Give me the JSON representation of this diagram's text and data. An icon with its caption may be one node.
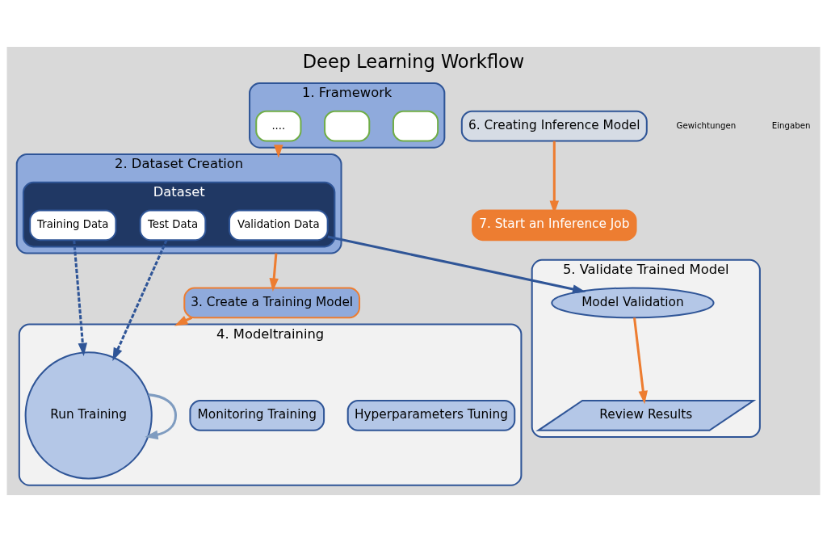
{
  "diagram": {
    "title": "Deep Learning Workflow",
    "nodes": [
      {
        "text": [
          "1. Framework"
        ]
      },
      {
        "text": [],
        "shape": "box",
        "in": 0
      },
      {
        "text": [],
        "shape": "box",
        "in": 0
      },
      {
        "text": [
          "...."
        ],
        "in": 0
      },
      {
        "text": [
          "2. Dataset Creation"
        ]
      },
      {
        "text": [
          "Dataset"
        ],
        "in": 4
      },
      {
        "text": [
          "Training Data"
        ],
        "in": 5
      },
      {
        "text": [
          "Test Data"
        ],
        "in": 5
      },
      {
        "text": [
          "Validation Data"
        ],
        "in": 5
      },
      {
        "text": [
          "3. Create a Training Model"
        ]
      },
      {
        "text": [
          "4. Modeltraining"
        ]
      },
      {
        "text": [
          "Hyperparameters Tuning"
        ],
        "in": 10
      },
      {
        "text": [
          "Monitoring Training"
        ],
        "in": 10
      },
      {
        "text": [
          "Run Training"
        ],
        "in": 10
      },
      {
        "text": [
          "5. Validate Trained Model"
        ]
      },
      {
        "text": [
          "Model Validation"
        ],
        "in": 14
      },
      {
        "text": [
          "Review Results"
        ],
        "in": 14
      },
      {
        "text": [
          "6. Creating Inference Model"
        ]
      },
      {
        "text": [
          "7. Start an Inference Job"
        ]
      }
    ],
    "edges": [
      {
        "from": 0,
        "to": 4,
        "arrow": "to"
      },
      {
        "from": 4,
        "to": 9,
        "arrow": "to"
      },
      {
        "from": 9,
        "to": 10,
        "arrow": "to"
      },
      {
        "from": 6,
        "to": 13,
        "arrow": "to",
        "style": "dashed",
        "color": "#2f5597"
      },
      {
        "from": 7,
        "to": 13,
        "arrow": "to",
        "style": "dashed",
        "color": "#2f5597"
      },
      {
        "from": 8,
        "to": 15,
        "arrow": "to",
        "color": "#2f5597"
      },
      {
        "from": 13,
        "to": 13,
        "arrow": "to",
        "color": "#7f9cc0"
      },
      {
        "from": 15,
        "to": 16,
        "arrow": "to"
      },
      {
        "from": 17,
        "to": 18,
        "arrow": "to"
      }
    ],
    "labels": [
      "Gewichtungen",
      "Eingaben"
    ]
  }
}
